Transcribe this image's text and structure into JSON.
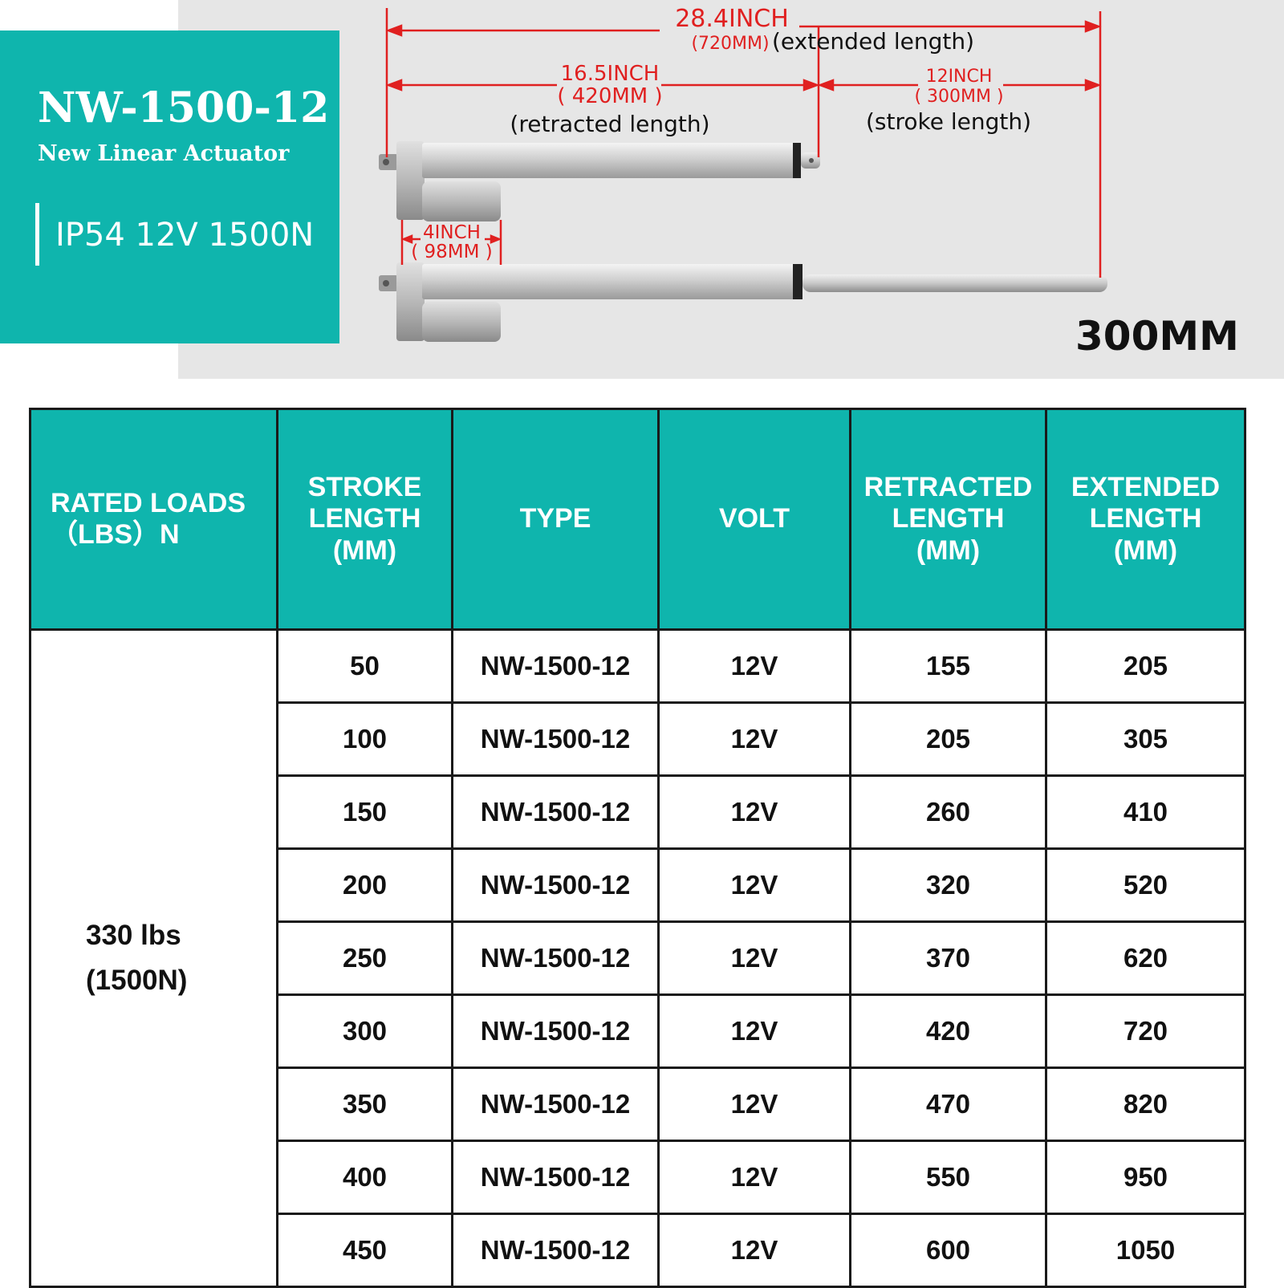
{
  "banner": {
    "model": "NW-1500-12",
    "subtitle": "New Linear Actuator",
    "spec": "IP54 12V 1500N"
  },
  "dimensions": {
    "extended_inch": "28.4INCH",
    "extended_mm": "(720MM)",
    "extended_label": "(extended length)",
    "retracted_inch": "16.5INCH",
    "retracted_mm": "( 420MM )",
    "retracted_label": "(retracted length)",
    "stroke_inch": "12INCH",
    "stroke_mm": "( 300MM )",
    "stroke_label": "(stroke length)",
    "gap_inch": "4INCH",
    "gap_mm": "( 98MM )",
    "stroke_callout": "300MM"
  },
  "colors": {
    "teal": "#0fb5ad",
    "dimension_red": "#e02020"
  },
  "table": {
    "headers": [
      "RATED LOADS\n（LBS）N",
      "STROKE\nLENGTH\n(MM)",
      "TYPE",
      "VOLT",
      "RETRACTED\nLENGTH\n(MM)",
      "EXTENDED\nLENGTH\n(MM)"
    ],
    "rated_load": "330 lbs\n(1500N)",
    "rows": [
      [
        "50",
        "NW-1500-12",
        "12V",
        "155",
        "205"
      ],
      [
        "100",
        "NW-1500-12",
        "12V",
        "205",
        "305"
      ],
      [
        "150",
        "NW-1500-12",
        "12V",
        "260",
        "410"
      ],
      [
        "200",
        "NW-1500-12",
        "12V",
        "320",
        "520"
      ],
      [
        "250",
        "NW-1500-12",
        "12V",
        "370",
        "620"
      ],
      [
        "300",
        "NW-1500-12",
        "12V",
        "420",
        "720"
      ],
      [
        "350",
        "NW-1500-12",
        "12V",
        "470",
        "820"
      ],
      [
        "400",
        "NW-1500-12",
        "12V",
        "550",
        "950"
      ],
      [
        "450",
        "NW-1500-12",
        "12V",
        "600",
        "1050"
      ]
    ]
  }
}
